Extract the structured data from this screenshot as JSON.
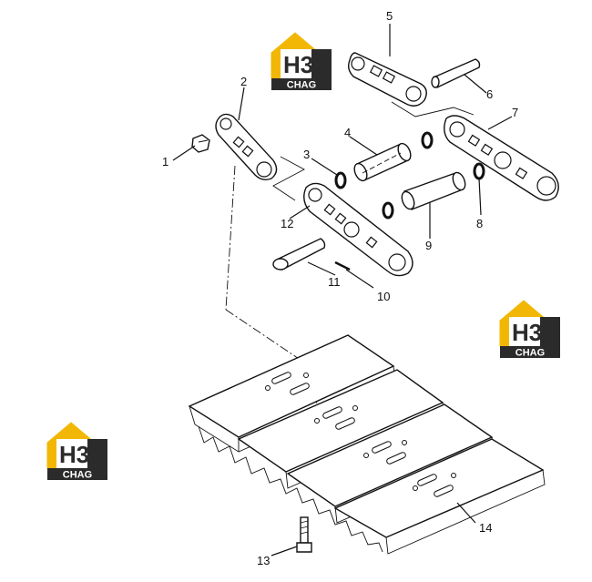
{
  "logo": {
    "mark": "H3",
    "text": "CHAG",
    "colors": {
      "house": "#f2b705",
      "dark": "#2b2b2b",
      "white": "#ffffff"
    }
  },
  "callouts": [
    {
      "id": "1",
      "label": "1"
    },
    {
      "id": "2",
      "label": "2"
    },
    {
      "id": "3",
      "label": "3"
    },
    {
      "id": "4",
      "label": "4"
    },
    {
      "id": "5",
      "label": "5"
    },
    {
      "id": "6",
      "label": "6"
    },
    {
      "id": "7",
      "label": "7"
    },
    {
      "id": "8",
      "label": "8"
    },
    {
      "id": "9",
      "label": "9"
    },
    {
      "id": "10",
      "label": "10"
    },
    {
      "id": "11",
      "label": "11"
    },
    {
      "id": "12",
      "label": "12"
    },
    {
      "id": "13",
      "label": "13"
    },
    {
      "id": "14",
      "label": "14"
    }
  ]
}
